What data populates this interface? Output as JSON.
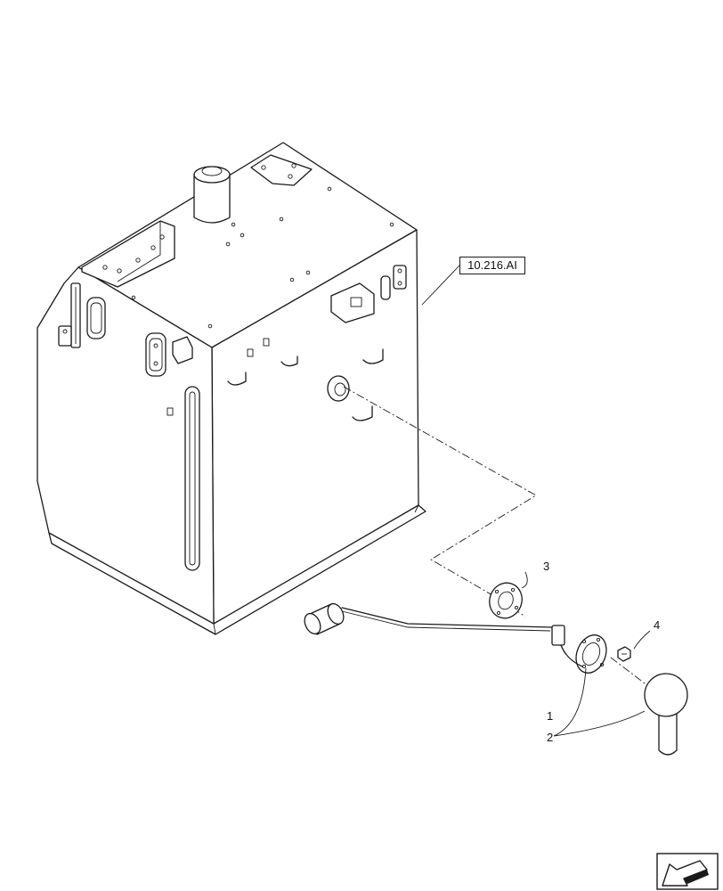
{
  "reference_box": {
    "text": "10.216.AI"
  },
  "callouts": [
    {
      "number": "1",
      "part": "fuel-level-sender"
    },
    {
      "number": "2",
      "part": "sender-cover"
    },
    {
      "number": "3",
      "part": "gasket"
    },
    {
      "number": "4",
      "part": "screw"
    }
  ],
  "nav_icon": {
    "name": "previous-page-arrow-icon"
  }
}
